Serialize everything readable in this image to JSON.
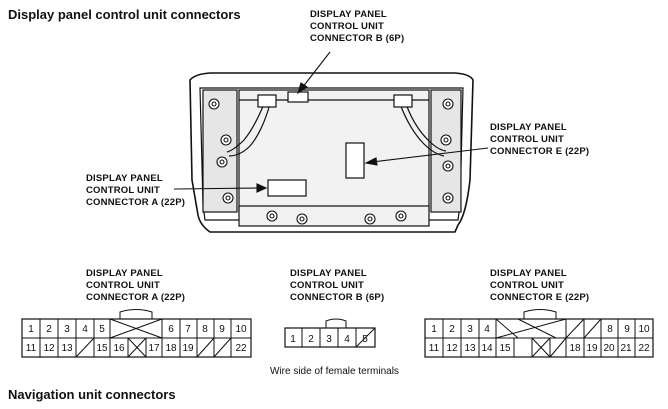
{
  "section_titles": {
    "display": "Display panel control unit connectors",
    "navigation": "Navigation unit connectors"
  },
  "callouts": {
    "b": [
      "DISPLAY PANEL",
      "CONTROL UNIT",
      "CONNECTOR B (6P)"
    ],
    "e": [
      "DISPLAY PANEL",
      "CONTROL UNIT",
      "CONNECTOR E (22P)"
    ],
    "a": [
      "DISPLAY PANEL",
      "CONTROL UNIT",
      "CONNECTOR A (22P)"
    ]
  },
  "connectors": {
    "a": {
      "label": [
        "DISPLAY PANEL",
        "CONTROL UNIT",
        "CONNECTOR A (22P)"
      ],
      "row1": [
        "1",
        "2",
        "3",
        "4",
        "5",
        "",
        "6",
        "7",
        "8",
        "9",
        "10"
      ],
      "row2": [
        "11",
        "12",
        "13",
        "",
        "15",
        "16",
        "",
        "17",
        "18",
        "19",
        "",
        "22"
      ]
    },
    "b": {
      "label": [
        "DISPLAY PANEL",
        "CONTROL UNIT",
        "CONNECTOR B (6P)"
      ],
      "row1": [
        "1",
        "2",
        "3",
        "4",
        "5",
        ""
      ]
    },
    "e": {
      "label": [
        "DISPLAY PANEL",
        "CONTROL UNIT",
        "CONNECTOR E (22P)"
      ],
      "row1": [
        "1",
        "2",
        "3",
        "4",
        "",
        "",
        "",
        "8",
        "9",
        "10"
      ],
      "row2": [
        "11",
        "12",
        "13",
        "14",
        "15",
        "",
        "",
        "18",
        "19",
        "20",
        "21",
        "22"
      ]
    }
  },
  "caption": "Wire side of female terminals"
}
